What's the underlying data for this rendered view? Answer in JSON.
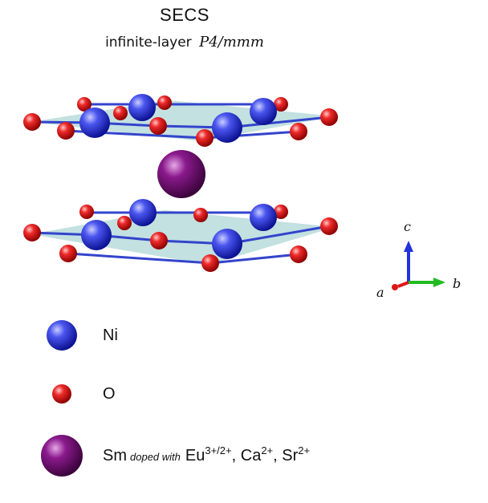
{
  "header": {
    "title": "SECS",
    "subtitle_prefix": "infinite-layer",
    "space_group": "P4/mmm"
  },
  "axes": {
    "a": "a",
    "b": "b",
    "c": "c"
  },
  "legend": [
    {
      "id": "ni",
      "label": "Ni",
      "color": "#1f2fd8"
    },
    {
      "id": "o",
      "label": "O",
      "color": "#e0151d"
    },
    {
      "id": "sm",
      "label": "Sm",
      "color": "#6f1170",
      "note": "doped with",
      "dopant1": "Eu",
      "dopant1_charge": "3+/2+",
      "dopant2": "Ca",
      "dopant2_charge": "2+",
      "dopant3": "Sr",
      "dopant3_charge": "2+"
    }
  ],
  "colors": {
    "ni": "#1f2fd8",
    "o": "#e0151d",
    "sm": "#6f1170",
    "plane": "#4fa9a6",
    "axis_a": "#e01515",
    "axis_b": "#22bb22",
    "axis_c": "#2233dd"
  }
}
